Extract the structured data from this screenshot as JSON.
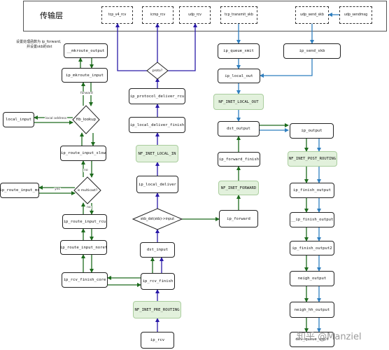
{
  "header": {
    "title": "传输层",
    "nodes": {
      "tcp_v4_rcv": "tcp_v4_rcv",
      "icmp_rcv": "icmp_rcv",
      "udp_rcv": "udp_rcv",
      "tcp_transmit_skb": "tcp_transmit_skb",
      "udp_send_skb": "udp_send_skb",
      "udp_sendmsg": "udp_sendmsg"
    }
  },
  "note": {
    "line1": "设置处理函数为 ip_forward,",
    "line2": "并设置skb的dst"
  },
  "nodes": {
    "mkroute_output": "__mkroute_output",
    "ip_mkroute_input": "ip_mkroute_input",
    "local_input": "local_input",
    "fib_lookup": "fib_lookup",
    "ip_route_input_slow": "ip_route_input_slow",
    "ip_route_input_mc": "ip_route_input_mc",
    "is_multicast": "is multicast?",
    "ip_route_input_rcu": "ip_route_input_rcu",
    "ip_route_input_noref": "ip_route_input_noref",
    "ip_rcv_finish_core": "ip_rcv_finish_core",
    "proto": "proto?",
    "ip_protocol_deliver_rcu": "ip_protocol_deliver_rcu",
    "ip_local_deliver_finish": "ip_local_deliver_finish",
    "nf_inet_local_in": "NF_INET_LOCAL_IN",
    "ip_local_deliver": "ip_local_deliver",
    "skb_dst_input": "skb_dst(skb)->input",
    "dst_input": "dst_input",
    "ip_rcv_finish": "ip_rcv_finish",
    "nf_inet_pre_routing": "NF_INET_PRE_ROUTING",
    "ip_rcv": "ip_rcv",
    "ip_queue_xmit": "ip_queue_xmit",
    "ip_send_skb": "ip_send_skb",
    "ip_local_out": "ip_local_out",
    "nf_inet_local_out": "NF_INET_LOCAL_OUT",
    "dst_output": "dst_output",
    "ip_forward_finish": "ip_forward_finish",
    "nf_inet_forward": "NF_INET_FORWARD",
    "ip_forward": "ip_forward",
    "ip_output": "ip_output",
    "nf_inet_post_routing": "NF_INET_POST_ROUTING",
    "ip_finish_output": "ip_finish_output",
    "__ip_finish_output": "__ip_finish_output",
    "ip_finish_output2": "ip_finish_output2",
    "neigh_output": "neigh_output",
    "neigh_hh_output": "neigh_hh_output",
    "dev_queue_xmit": "dev_queue_xmit"
  },
  "edge_labels": {
    "forward": "forward",
    "local_address": "local address",
    "yes": "yes",
    "no": "no"
  },
  "colors": {
    "green": "#1d6b1d",
    "navy": "#2a1aa8",
    "blue": "#2f7fbf",
    "nf_fill": "#e2f1dc"
  },
  "watermark": "知乎 @Manziel"
}
